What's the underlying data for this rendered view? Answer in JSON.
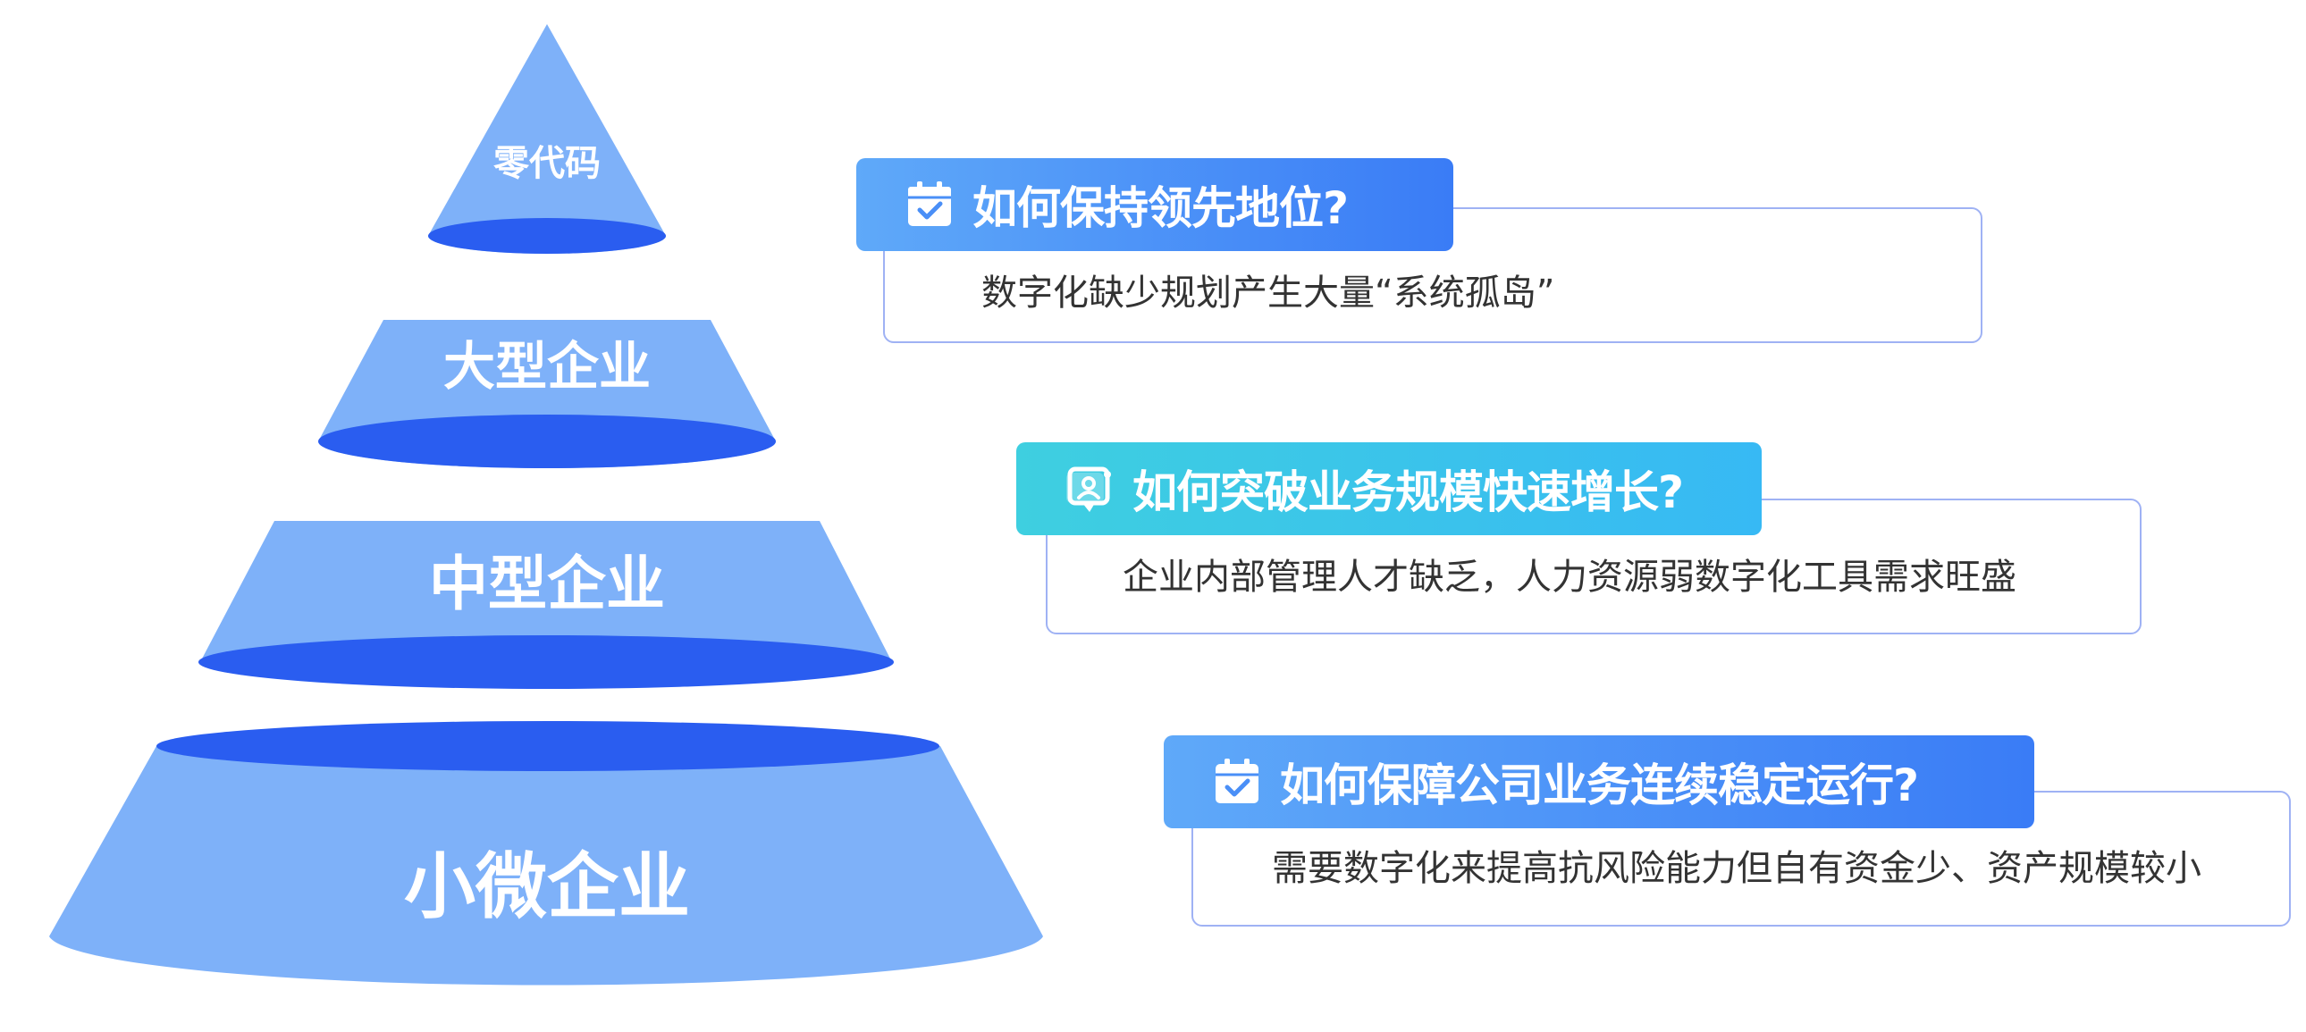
{
  "pyramid": {
    "tiers": [
      {
        "label": "零代码"
      },
      {
        "label": "大型企业"
      },
      {
        "label": "中型企业"
      },
      {
        "label": "小微企业"
      }
    ],
    "colors": {
      "body": "#7eb1f9",
      "rim": "#2a5df0"
    }
  },
  "cards": [
    {
      "title": "如何保持领先地位?",
      "description": "数字化缺少规划产生大量“系统孤岛”",
      "icon": "calendar-check-icon"
    },
    {
      "title": "如何突破业务规模快速增长?",
      "description": "企业内部管理人才缺乏，人力资源弱数字化工具需求旺盛",
      "icon": "user-chat-icon"
    },
    {
      "title": "如何保障公司业务连续稳定运行?",
      "description": "需要数字化来提高抗风险能力但自有资金少、资产规模较小",
      "icon": "calendar-check-icon"
    }
  ]
}
